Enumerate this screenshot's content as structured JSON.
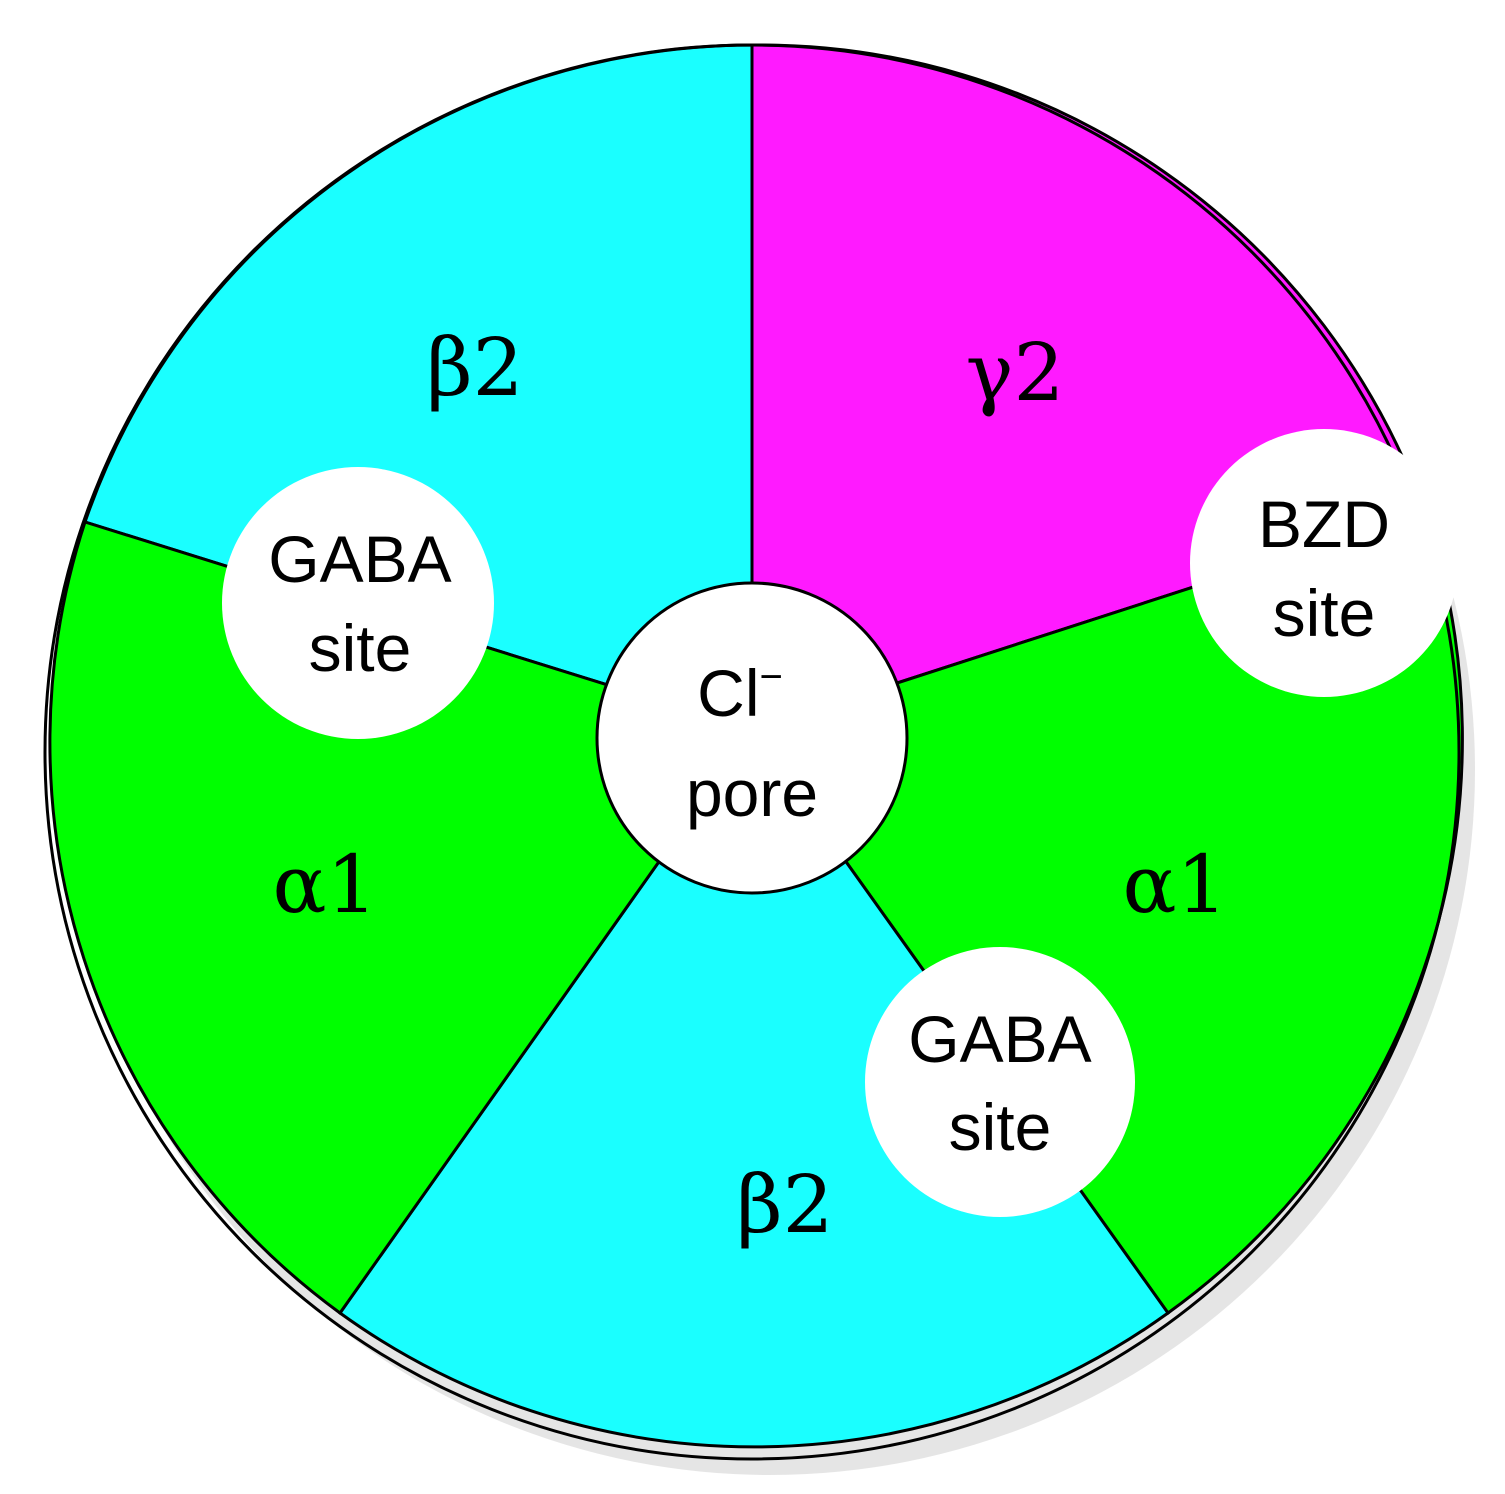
{
  "colors": {
    "alpha": "#00ff00",
    "beta": "#1affff",
    "gamma": "#ff1aff",
    "site": "#ffffff",
    "outline": "#000000"
  },
  "subunits": [
    {
      "id": "beta2-top",
      "label": "β2",
      "color_key": "beta"
    },
    {
      "id": "gamma2",
      "label": "γ2",
      "color_key": "gamma"
    },
    {
      "id": "alpha1-right",
      "label": "α1",
      "color_key": "alpha"
    },
    {
      "id": "beta2-bottom",
      "label": "β2",
      "color_key": "beta"
    },
    {
      "id": "alpha1-left",
      "label": "α1",
      "color_key": "alpha"
    }
  ],
  "sites": {
    "pore": {
      "line1": "Cl",
      "superscript": "−",
      "line2": "pore"
    },
    "gaba_left": {
      "line1": "GABA",
      "line2": "site"
    },
    "bzd": {
      "line1": "BZD",
      "line2": "site"
    },
    "gaba_bottom": {
      "line1": "GABA",
      "line2": "site"
    }
  }
}
